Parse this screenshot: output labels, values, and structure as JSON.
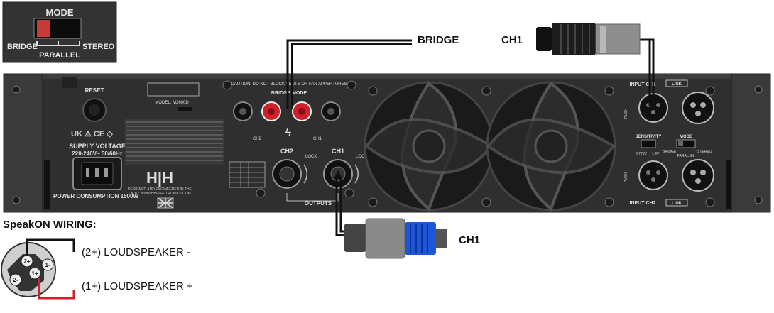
{
  "mode_inset": {
    "title": "MODE",
    "left": "BRIDGE",
    "center": "PARALLEL",
    "right": "STEREO"
  },
  "callouts": {
    "bridge": "BRIDGE",
    "ch1_top": "CH1",
    "ch1_bottom": "CH1"
  },
  "panel": {
    "reset": "RESET",
    "caution_top": "CAUTION! DO NOT BLOCK VENTS OR FAN APPERTURES",
    "model": "MODEL: M2600D",
    "supply_voltage": "SUPPLY VOLTAGE",
    "voltage_value": "220-240V~ 50/60Hz",
    "power_consumption": "POWER CONSUMPTION 1500W",
    "brand_logo": "H|H",
    "designed_line1": "DESIGNED AND ENGINEERED IN THE",
    "designed_line2": "UK BY WWW.HHELECTRONICS.COM",
    "bridge_mode": "BRIDGE MODE",
    "ch2_short": "CH2",
    "ch1_short": "CH1",
    "ch2": "CH2",
    "ch1": "CH1",
    "lock": "LOCK",
    "outputs": "OUTPUTS",
    "input_ch1": "INPUT CH1",
    "input_ch2": "INPUT CH2",
    "link": "LINK",
    "sensitivity": "SENSITIVITY",
    "sens_left": "0.775V",
    "sens_right": "1.4V",
    "mode": "MODE",
    "mode_left": "BRIDGE",
    "mode_right": "STEREO",
    "mode_center": "PARALLEL",
    "push": "PUSH"
  },
  "speakon": {
    "title": "SpeakON WIRING:",
    "pin_2p": "2+",
    "pin_1p": "1+",
    "pin_1m": "1-",
    "pin_2m": "2-",
    "line1": "(2+) LOUDSPEAKER -",
    "line2": "(1+) LOUDSPEAKER +"
  },
  "colors": {
    "chassis": "#2b2b2b",
    "panel_text": "#dddddd",
    "bridge_red": "#d0202a",
    "plug_blue": "#1e56d8",
    "wire": "#111111"
  }
}
